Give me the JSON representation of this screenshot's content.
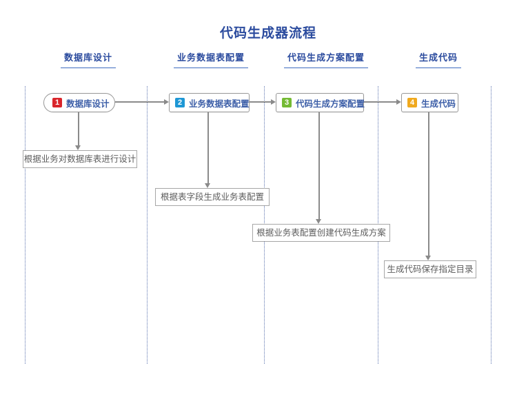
{
  "title": "代码生成器流程",
  "lane_headers": [
    {
      "label": "数据库设计"
    },
    {
      "label": "业务数据表配置"
    },
    {
      "label": "代码生成方案配置"
    },
    {
      "label": "生成代码"
    }
  ],
  "nodes": [
    {
      "step": "1",
      "label": "数据库设计",
      "badge_color": "#d9252b",
      "shape": "pill"
    },
    {
      "step": "2",
      "label": "业务数据表配置",
      "badge_color": "#1e97d5",
      "shape": "rect"
    },
    {
      "step": "3",
      "label": "代码生成方案配置",
      "badge_color": "#74ba33",
      "shape": "rect"
    },
    {
      "step": "4",
      "label": "生成代码",
      "badge_color": "#f0a91e",
      "shape": "rect"
    }
  ],
  "notes": [
    {
      "text": "根据业务对数据库表进行设计"
    },
    {
      "text": "根据表字段生成业务表配置"
    },
    {
      "text": "根据业务表配置创建代码生成方案"
    },
    {
      "text": "生成代码保存指定目录"
    }
  ],
  "colors": {
    "title_blue": "#2b4b9e",
    "node_text_blue": "#3d5fa8",
    "lane_line_blue": "#5a72ae",
    "arrow_gray": "#8a8a8a",
    "box_border_gray": "#a6a6a6",
    "note_text_gray": "#5c5c5c"
  }
}
